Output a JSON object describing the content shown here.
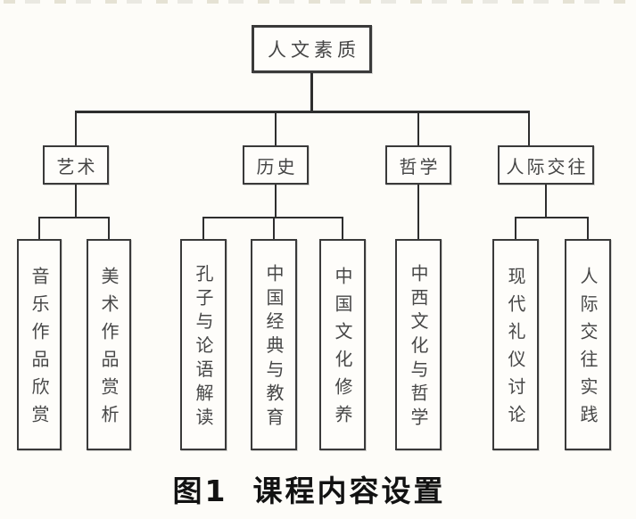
{
  "diagram": {
    "type": "tree",
    "root": "人文素质",
    "branches": [
      {
        "label": "艺术",
        "children": [
          "音乐作品欣赏",
          "美术作品赏析"
        ]
      },
      {
        "label": "历史",
        "children": [
          "孔子与论语解读",
          "中国经典与教育",
          "中国文化修养"
        ]
      },
      {
        "label": "哲学",
        "children": [
          "中西文化与哲学"
        ]
      },
      {
        "label": "人际交往",
        "children": [
          "现代礼仪讨论",
          "人际交往实践"
        ]
      }
    ]
  },
  "caption": {
    "number": "图1",
    "title": "课程内容设置"
  },
  "colors": {
    "background": "#fdfcf8",
    "line": "#2e2e2e",
    "box_border": "#3a3a3a",
    "box_text": "#474747",
    "caption_text": "#121212"
  }
}
